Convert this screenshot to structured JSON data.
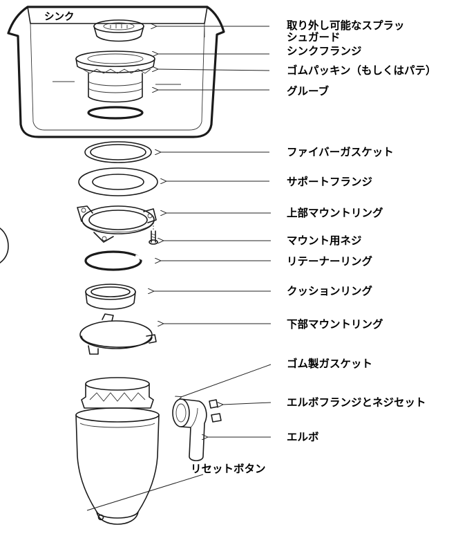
{
  "sink_label": "シンク",
  "parts": {
    "splash_guard": {
      "line1": "取り外し可能なスプラッ",
      "line2": "シュガード"
    },
    "sink_flange": "シンクフランジ",
    "gasket_putty": "ゴムパッキン（もしくはパテ）",
    "groove": "グルーブ",
    "fiber_gasket": "ファイバーガスケット",
    "support_flange": "サポートフランジ",
    "upper_mount_ring": "上部マウントリング",
    "mount_screw": "マウント用ネジ",
    "retainer_ring": "リテーナーリング",
    "cushion_ring": "クッションリング",
    "lower_mount_ring": "下部マウントリング",
    "rubber_gasket": "ゴム製ガスケット",
    "elbow_flange_screws": "エルボフランジとネジセット",
    "elbow": "エルボ",
    "reset_button": "リセットボタン"
  }
}
